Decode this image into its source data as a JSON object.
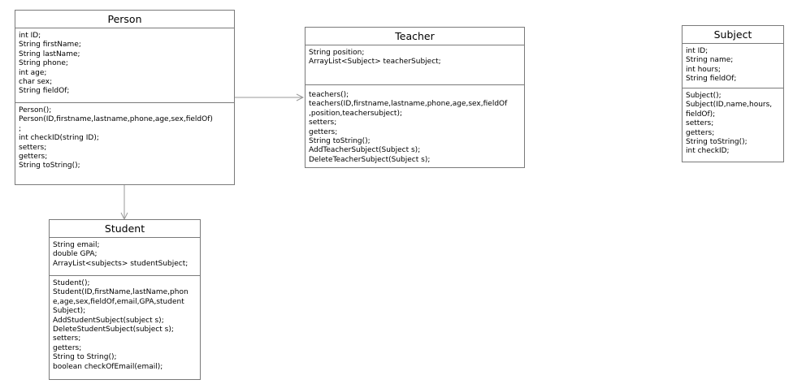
{
  "diagram": {
    "classes": {
      "person": {
        "name": "Person",
        "attributes": [
          "int ID;",
          "String firstName;",
          "String lastName;",
          "String phone;",
          "int age;",
          "char sex;",
          "String fieldOf;"
        ],
        "methods": [
          "Person();",
          "Person(ID,firstname,lastname,phone,age,sex,fieldOf)",
          ";",
          "int checkID(string ID);",
          "setters;",
          "getters;",
          "String toString();"
        ]
      },
      "teacher": {
        "name": "Teacher",
        "attributes": [
          "String position;",
          "ArrayList<Subject> teacherSubject;"
        ],
        "methods": [
          "teachers();",
          "teachers(ID,firstname,lastname,phone,age,sex,fieldOf",
          ",position,teachersubject);",
          "setters;",
          "getters;",
          "String toString();",
          "AddTeacherSubject(Subject s);",
          "DeleteTeacherSubject(Subject s);"
        ]
      },
      "subject": {
        "name": "Subject",
        "attributes": [
          "int ID;",
          "String name;",
          "int hours;",
          "String fieldOf;"
        ],
        "methods": [
          "Subject();",
          "Subject(ID,name,hours,",
          "fieldOf);",
          "setters;",
          "getters;",
          "String toString();",
          "int checkID;"
        ]
      },
      "student": {
        "name": "Student",
        "attributes": [
          "String email;",
          "double GPA;",
          "ArrayList<subjects> studentSubject;"
        ],
        "methods": [
          "Student();",
          "Student(ID,firstName,lastName,phon",
          "e,age,sex,fieldOf,email,GPA,student",
          "Subject);",
          "AddStudentSubject(subject s);",
          "DeleteStudentSubject(subject s);",
          "setters;",
          "getters;",
          "String to String();",
          "boolean checkOfEmail(email);"
        ]
      }
    },
    "colors": {
      "border": "#7a7a7a",
      "connector": "#9a9a9a",
      "background": "#ffffff",
      "text": "#000000"
    }
  }
}
